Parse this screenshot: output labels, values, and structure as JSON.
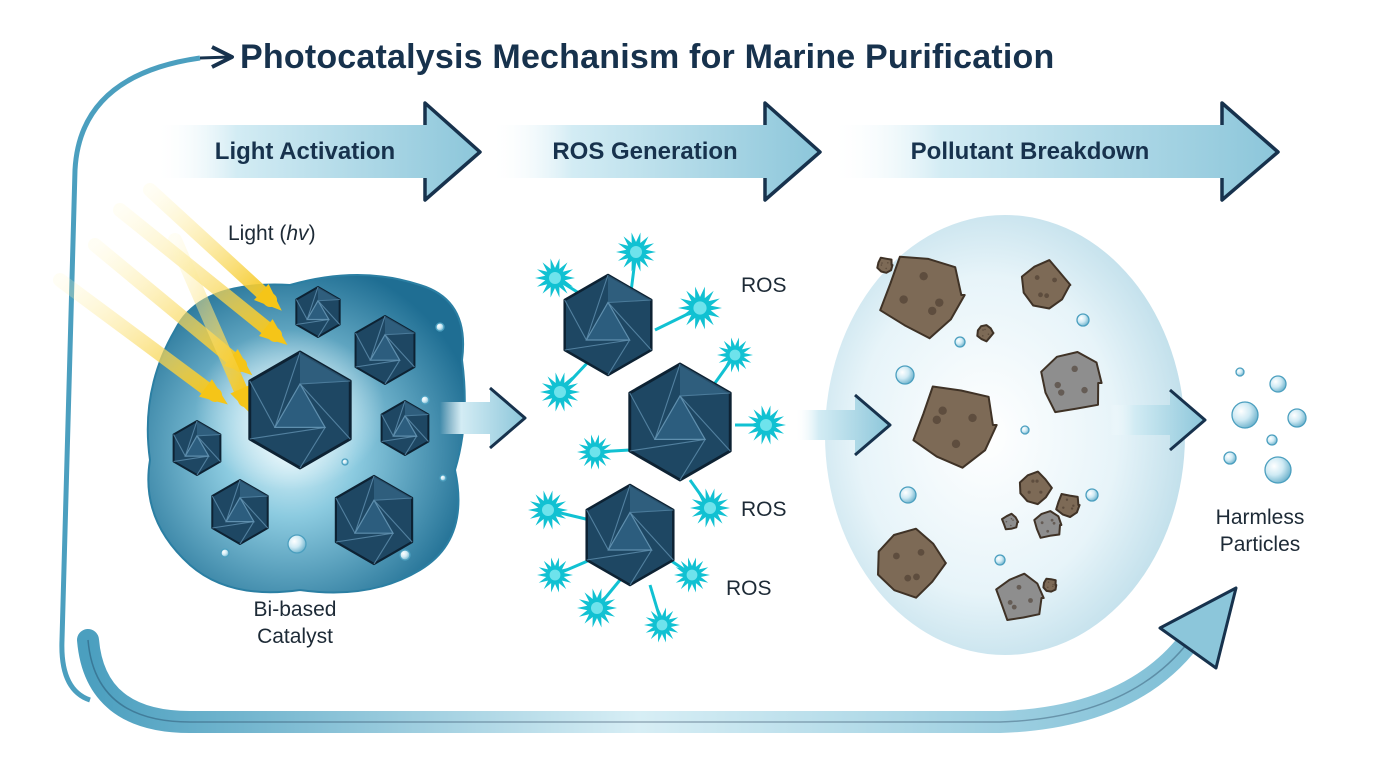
{
  "title": "Photocatalysis Mechanism for Marine Purification",
  "steps": [
    {
      "label": "Light Activation"
    },
    {
      "label": "ROS Generation"
    },
    {
      "label": "Pollutant Breakdown"
    }
  ],
  "labels": {
    "light_prefix": "Light (",
    "light_symbol": "hv",
    "light_suffix": ")",
    "catalyst_line1": "Bi-based",
    "catalyst_line2": "Catalyst",
    "ros_1": "ROS",
    "ros_2": "ROS",
    "ros_3": "ROS",
    "harmless_line1": "Harmless",
    "harmless_line2": "Particles"
  },
  "colors": {
    "title": "#17324d",
    "arrow_fill": "#a9d6e5",
    "arrow_stroke": "#17324d",
    "crystal": "#1e4763",
    "crystal_edge": "#0d2233",
    "ros": "#11c1d2",
    "light": "#f5c518",
    "water": "#3f95b7",
    "pollutant": "#7d6a56",
    "pollutant_grey": "#8e8e8e"
  },
  "icons": {
    "crystal": "icosahedron-crystal-icon",
    "ros": "starburst-ros-icon",
    "pollutant": "pollutant-blob-icon",
    "bubble": "bubble-icon",
    "light": "light-ray-icon"
  }
}
